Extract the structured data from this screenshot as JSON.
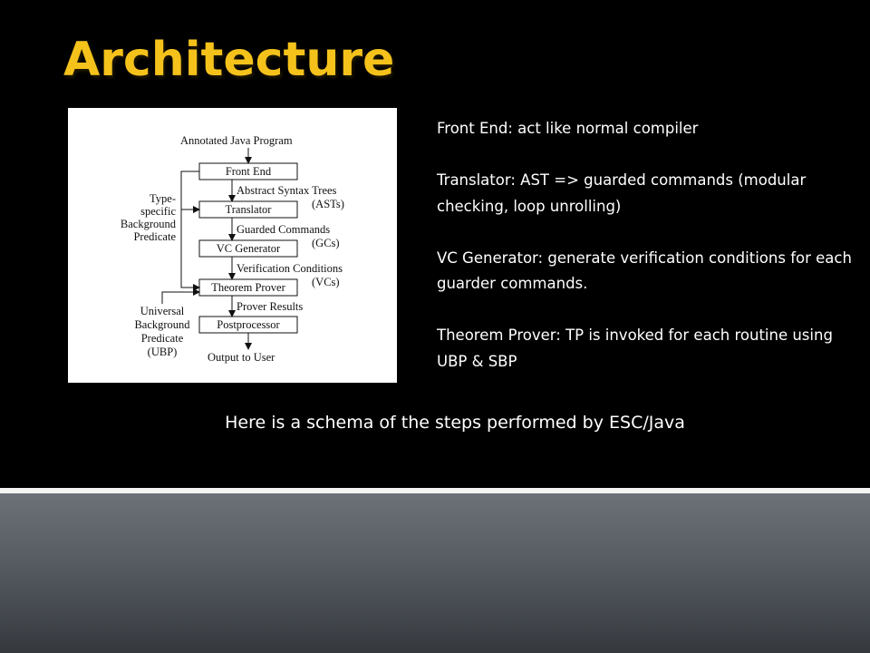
{
  "slide": {
    "title": "Architecture",
    "caption": "Here is a schema of the steps performed by ESC/Java"
  },
  "notes": [
    "Front End: act like normal compiler",
    "Translator: AST => guarded commands (modular checking, loop unrolling)",
    "VC Generator: generate verification conditions for each guarder commands.",
    "Theorem Prover: TP is invoked for each routine using UBP & SBP"
  ],
  "diagram": {
    "input_label": "Annotated Java Program",
    "stages": [
      "Front End",
      "Translator",
      "VC Generator",
      "Theorem Prover",
      "Postprocessor"
    ],
    "flows": [
      {
        "line1": "Abstract Syntax Trees",
        "line2": "(ASTs)"
      },
      {
        "line1": "Guarded Commands",
        "line2": "(GCs)"
      },
      {
        "line1": "Verification Conditions",
        "line2": "(VCs)"
      },
      {
        "line1": "Prover Results",
        "line2": ""
      }
    ],
    "output_label": "Output to User",
    "type_specific_predicate": [
      "Type-",
      "specific",
      "Background",
      "Predicate"
    ],
    "universal_predicate": [
      "Universal",
      "Background",
      "Predicate",
      "(UBP)"
    ]
  },
  "colors": {
    "title": "#f5c21b",
    "background": "#000000",
    "text": "#ffffff"
  }
}
